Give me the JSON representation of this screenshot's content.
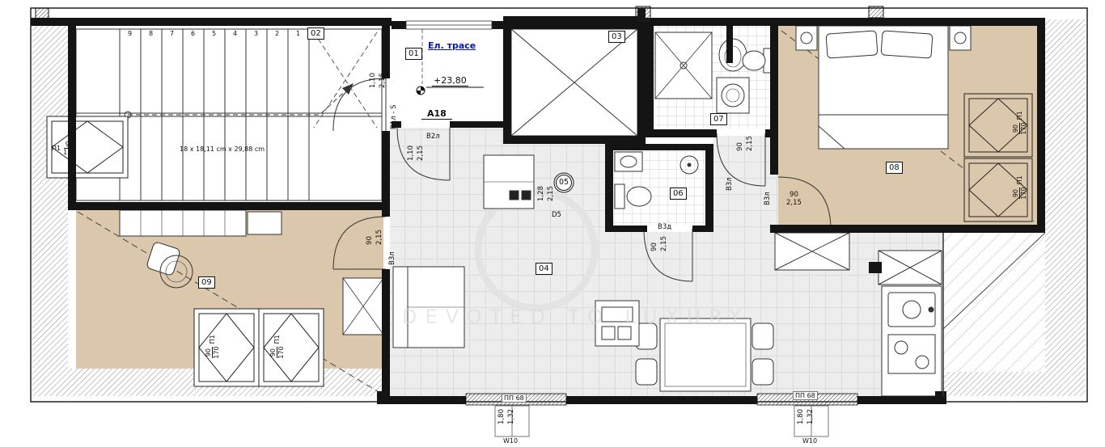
{
  "watermark": {
    "text": "DEVOTED TO LUXURY"
  },
  "tags": {
    "t01": "01",
    "t02": "02",
    "t03": "03",
    "t04": "04",
    "t05": "05",
    "t06": "06",
    "t07": "07",
    "t08": "08",
    "t09": "09"
  },
  "stairs": {
    "numbers": [
      "9",
      "8",
      "7",
      "6",
      "5",
      "4",
      "3",
      "2",
      "1"
    ],
    "note": "18 x 18,11 cm x 29,88 cm"
  },
  "notes": {
    "el_trase": "Ел. трасе",
    "elevation": "+23,80",
    "a18": "A18",
    "d5": "D5"
  },
  "doors": {
    "v1l": "В1л - S",
    "v2l": "В2л",
    "v3l": "В3л",
    "v3d": "В3д",
    "w110": "1,10",
    "w128": "1,28",
    "w90": "90",
    "h215": "2,15"
  },
  "skylights": {
    "p1": "П1",
    "w": "90",
    "h": "170"
  },
  "bottom": {
    "pp68": "ПП 68",
    "d180": "1,80",
    "d132": "1,32",
    "w10": "W10"
  }
}
